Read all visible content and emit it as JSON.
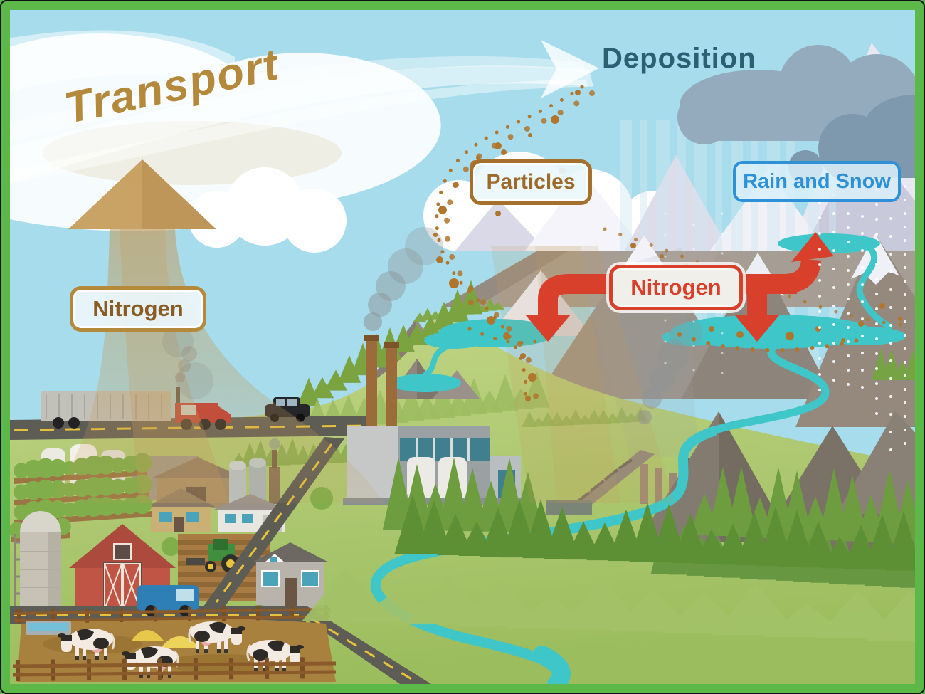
{
  "scene": {
    "type": "environmental-diagram",
    "topic": "Nitrogen transport and deposition from farm and industrial sources to mountain lakes"
  },
  "labels": {
    "transport": "Transport",
    "deposition": "Deposition",
    "particles": "Particles",
    "rain_and_snow": "Rain and Snow",
    "nitrogen_source": "Nitrogen",
    "nitrogen_deposition": "Nitrogen"
  },
  "colors": {
    "frame_green": "#5cb848",
    "sky_blue": "#a6dcec",
    "transport_text": "#b5893c",
    "deposition_text": "#2b5f72",
    "particles_brown": "#a5702c",
    "rain_snow_blue": "#2e90d6",
    "nitrogen_red": "#d9402b",
    "water_teal": "#3ec6c9",
    "arrow_tan": "#c49a58",
    "meadow_green": "#a9c667",
    "forest_green": "#6d9d3e",
    "mountain_gray": "#958d84"
  }
}
